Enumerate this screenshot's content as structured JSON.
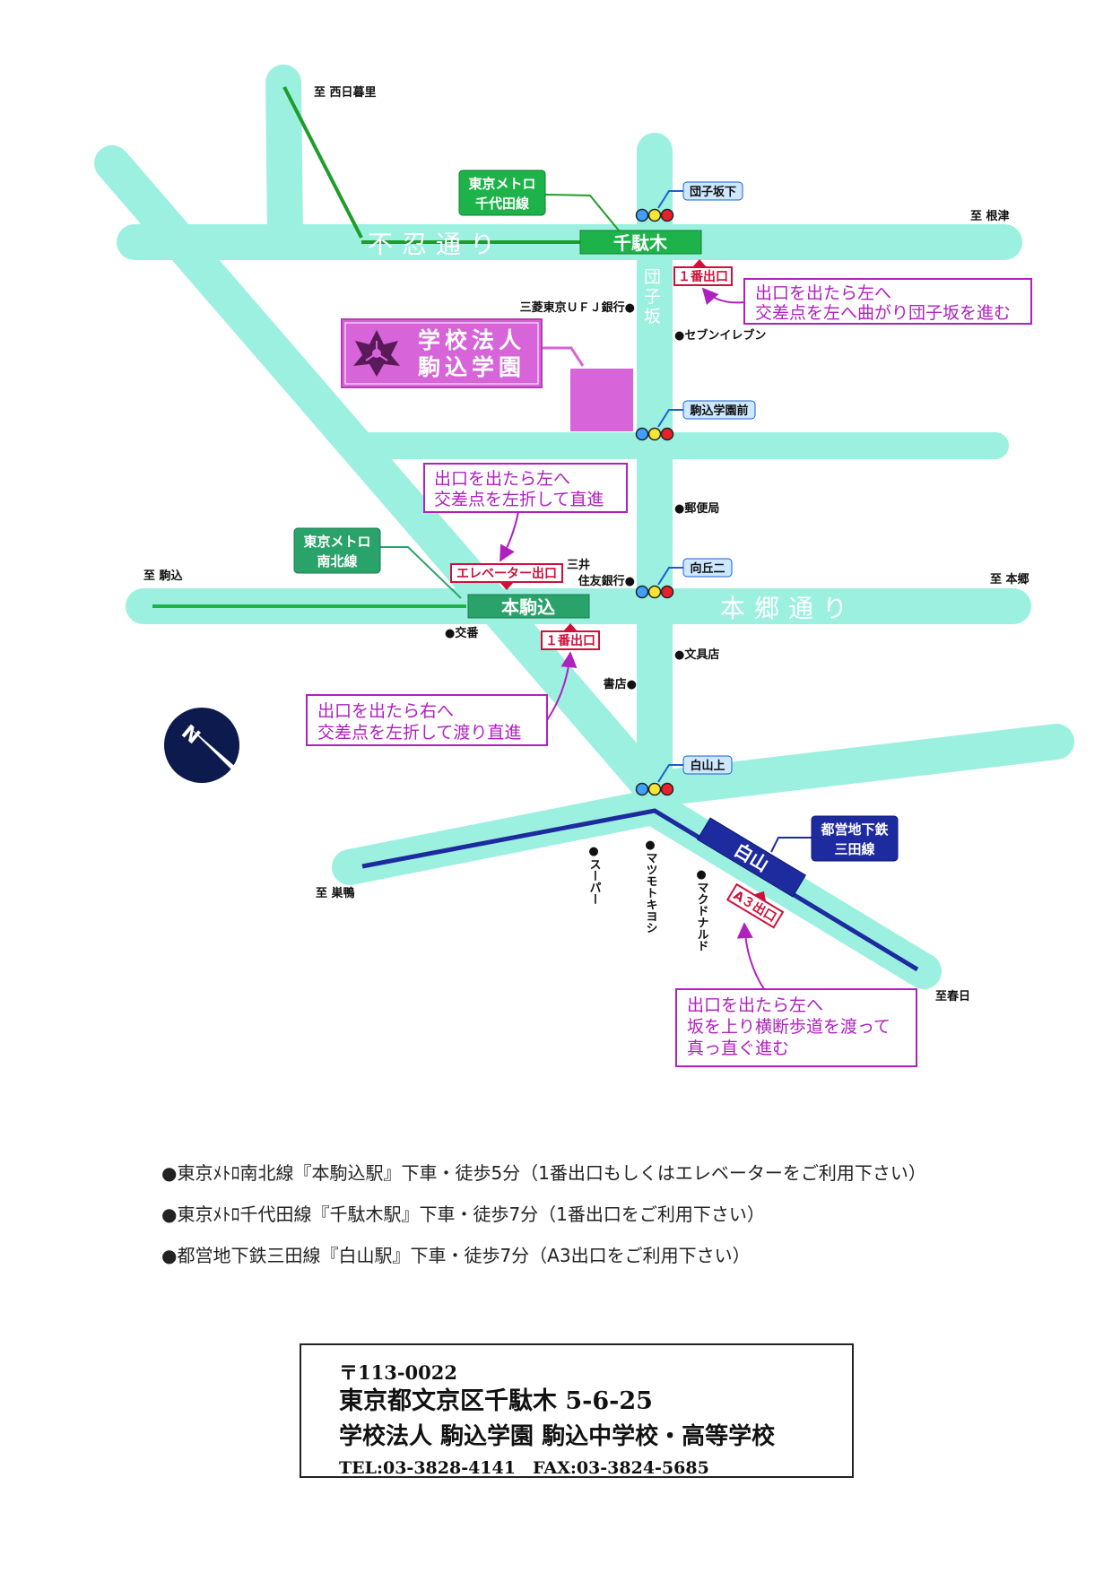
{
  "colors": {
    "road": "#9cf0e0",
    "chiyoda_line": "#1f9d2a",
    "station_green": "#1db34a",
    "namboku_green": "#2aa36b",
    "mita_navy": "#1d2b9e",
    "school_magenta": "#d764d8",
    "callout_purple": "#b020c0",
    "exit_red": "#d0103a",
    "compass_navy": "#0d1a4d"
  },
  "destinations": {
    "nishinippori": "至 西日暮里",
    "nezu": "至 根津",
    "komagome": "至 駒込",
    "hongo": "至 本郷",
    "sugamo": "至 巣鴨",
    "kasuga": "至春日"
  },
  "roads": {
    "shinobazu": "不忍通り",
    "hongo": "本郷通り",
    "dangozaka": "団子坂"
  },
  "stations": {
    "sendagi": "千駄木",
    "honkomagome": "本駒込",
    "hakusan": "白山"
  },
  "lines": {
    "chiyoda": [
      "東京メトロ",
      "千代田線"
    ],
    "namboku": [
      "東京メトロ",
      "南北線"
    ],
    "mita": [
      "都営地下鉄",
      "三田線"
    ]
  },
  "signals": {
    "dangozakashita": "団子坂下",
    "komagomegakuenmae": "駒込学園前",
    "mukougaoka2": "向丘二",
    "hakusanue": "白山上"
  },
  "school": {
    "line1": "学校法人",
    "line2": "駒込学園"
  },
  "poi": {
    "bank_mufg": "三菱東京ＵＦＪ銀行●",
    "seven": "●セブンイレブン",
    "post": "●郵便局",
    "smbc": [
      "三井",
      "住友銀行●"
    ],
    "koban": "●交番",
    "stationery": "●文具店",
    "bookstore": "書店●",
    "supermarket": "●スーパー",
    "matsumoto": "●マツモトキヨシ",
    "mcdonald": "●マクドナルド"
  },
  "exits": {
    "sendagi_1": "１番出口",
    "elevator": "エレベーター出口",
    "honkomagome_1": "１番出口",
    "hakusan_a3": "A３出口"
  },
  "callouts": {
    "sendagi": [
      "出口を出たら左へ",
      "交差点を左へ曲がり団子坂を進む"
    ],
    "elevator": [
      "出口を出たら左へ",
      "交差点を左折して直進"
    ],
    "honkomagome": [
      "出口を出たら右へ",
      "交差点を左折して渡り直進"
    ],
    "hakusan": [
      "出口を出たら左へ",
      "坂を上り横断歩道を渡って",
      "真っ直ぐ進む"
    ]
  },
  "compass": "N",
  "access": [
    "●東京ﾒﾄﾛ南北線『本駒込駅』下車・徒歩5分（1番出口もしくはエレベーターをご利用下さい）",
    "●東京ﾒﾄﾛ千代田線『千駄木駅』下車・徒歩7分（1番出口をご利用下さい）",
    "●都営地下鉄三田線『白山駅』下車・徒歩7分（A3出口をご利用下さい）"
  ],
  "address": {
    "postal": "〒113-0022",
    "street": "東京都文京区千駄木 5-6-25",
    "name": "学校法人 駒込学園 駒込中学校・高等学校",
    "tel": "TEL:03-3828-4141　FAX:03-3824-5685"
  }
}
